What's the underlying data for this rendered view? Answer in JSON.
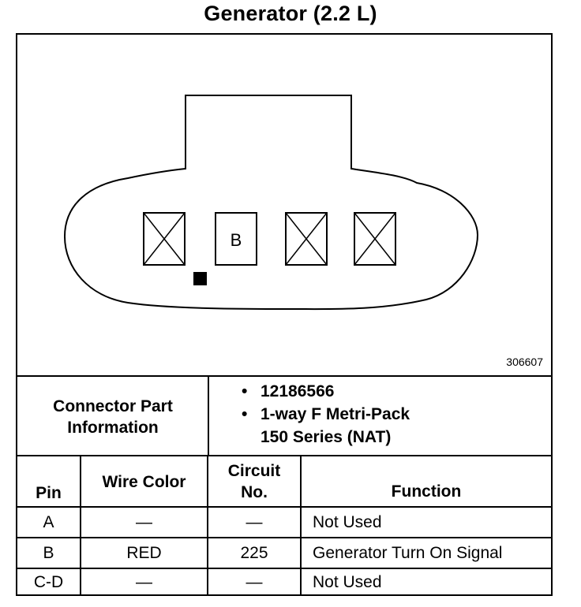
{
  "title": "Generator (2.2 L)",
  "figure_id": "306607",
  "connector": {
    "pin_labels": [
      "",
      "B",
      "",
      ""
    ],
    "pin_unused": [
      true,
      false,
      true,
      true
    ],
    "info_label_line1": "Connector Part",
    "info_label_line2": "Information",
    "info_items": [
      "12186566",
      "1-way F Metri-Pack 150 Series (NAT)"
    ],
    "info_item2_line1": "1-way F Metri-Pack",
    "info_item2_line2": "150 Series (NAT)"
  },
  "table": {
    "headers": {
      "pin": "Pin",
      "wire_color": "Wire Color",
      "circuit_line1": "Circuit",
      "circuit_line2": "No.",
      "function": "Function"
    },
    "rows": [
      {
        "pin": "A",
        "wire_color": "—",
        "circuit": "—",
        "function": "Not Used"
      },
      {
        "pin": "B",
        "wire_color": "RED",
        "circuit": "225",
        "function": "Generator Turn On Signal"
      },
      {
        "pin": "C-D",
        "wire_color": "—",
        "circuit": "—",
        "function": "Not Used"
      }
    ]
  }
}
